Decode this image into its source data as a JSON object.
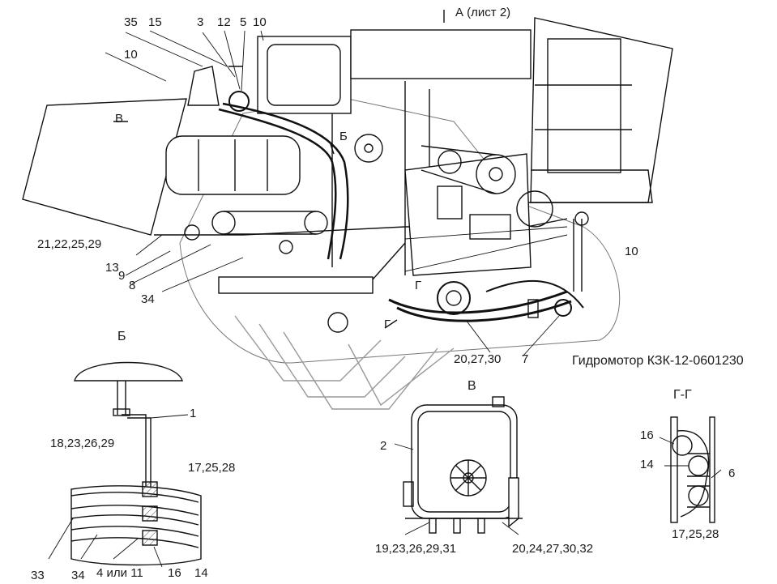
{
  "main_view": {
    "top_callouts": [
      "35",
      "15",
      "3",
      "12",
      "5",
      "10"
    ],
    "ref_sheet": "А (лист 2)",
    "callout_10_top": "10",
    "section_b": "Б",
    "view_v": "В",
    "callout_21": "21,22,25,29",
    "callout_13": "13",
    "callout_9": "9",
    "callout_8": "8",
    "callout_34": "34",
    "callout_10_right": "10",
    "section_g1": "Г",
    "section_g2": "Г",
    "callout_20_27_30": "20,27,30",
    "callout_7": "7",
    "hydromotor": "Гидромотор КЗК-12-0601230"
  },
  "detail_b": {
    "title": "Б",
    "callout_1": "1",
    "callout_18": "18,23,26,29",
    "callout_17": "17,25,28",
    "bottom_labels": [
      "33",
      "34",
      "4 или 11",
      "16",
      "14"
    ]
  },
  "detail_v": {
    "title": "В",
    "callout_2": "2",
    "callout_19": "19,23,26,29,31",
    "callout_20": "20,24,27,30,32"
  },
  "detail_gg": {
    "title": "Г-Г",
    "callout_16": "16",
    "callout_14": "14",
    "callout_6": "6",
    "callout_17": "17,25,28"
  }
}
